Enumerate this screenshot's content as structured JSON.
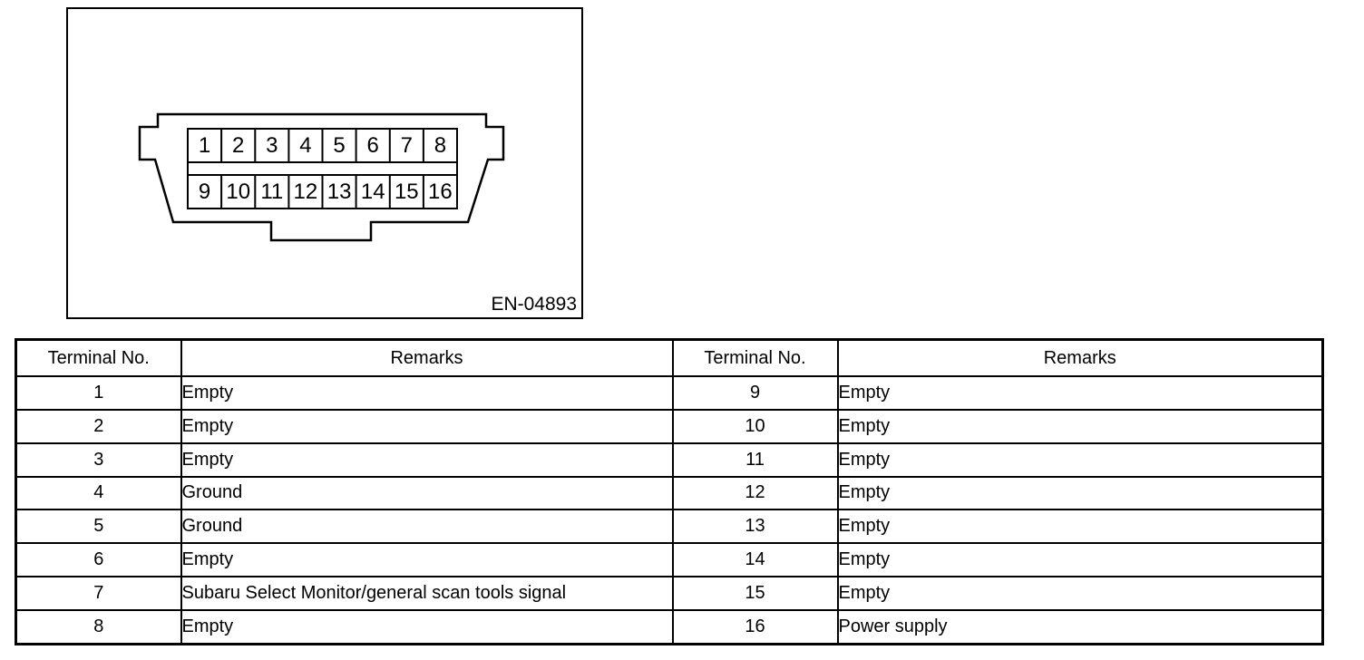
{
  "diagram": {
    "figure_label": "EN-04893",
    "description": "16-pin data link connector pinout",
    "pins": [
      "1",
      "2",
      "3",
      "4",
      "5",
      "6",
      "7",
      "8",
      "9",
      "10",
      "11",
      "12",
      "13",
      "14",
      "15",
      "16"
    ]
  },
  "table": {
    "headers": [
      "Terminal No.",
      "Remarks",
      "Terminal No.",
      "Remarks"
    ],
    "rows": [
      {
        "t1": "1",
        "r1": "Empty",
        "t2": "9",
        "r2": "Empty"
      },
      {
        "t1": "2",
        "r1": "Empty",
        "t2": "10",
        "r2": "Empty"
      },
      {
        "t1": "3",
        "r1": "Empty",
        "t2": "11",
        "r2": "Empty"
      },
      {
        "t1": "4",
        "r1": "Ground",
        "t2": "12",
        "r2": "Empty"
      },
      {
        "t1": "5",
        "r1": "Ground",
        "t2": "13",
        "r2": "Empty"
      },
      {
        "t1": "6",
        "r1": "Empty",
        "t2": "14",
        "r2": "Empty"
      },
      {
        "t1": "7",
        "r1": "Subaru Select Monitor/general scan tools signal",
        "t2": "15",
        "r2": "Empty"
      },
      {
        "t1": "8",
        "r1": "Empty",
        "t2": "16",
        "r2": "Power supply"
      }
    ]
  },
  "colors": {
    "line": "#000000",
    "background": "#ffffff"
  }
}
